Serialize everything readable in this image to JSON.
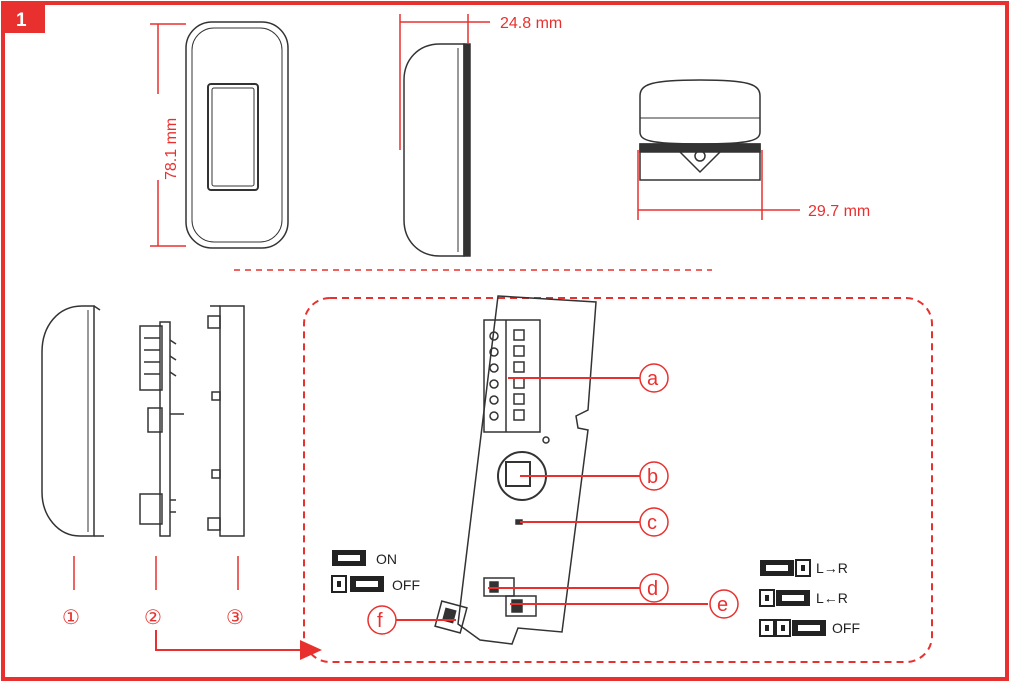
{
  "figure_number": "1",
  "dimensions": {
    "height": "78.1 mm",
    "depth": "24.8 mm",
    "width": "29.7 mm"
  },
  "parts": {
    "p1": "①",
    "p2": "②",
    "p3": "③"
  },
  "callouts": {
    "a": "a",
    "b": "b",
    "c": "c",
    "d": "d",
    "e": "e",
    "f": "f"
  },
  "jumper_f": {
    "on": "ON",
    "off": "OFF"
  },
  "jumper_e": {
    "lr1": "L→R",
    "lr2": "L←R",
    "off": "OFF"
  },
  "colors": {
    "accent": "#e8312f",
    "line": "#333333"
  }
}
